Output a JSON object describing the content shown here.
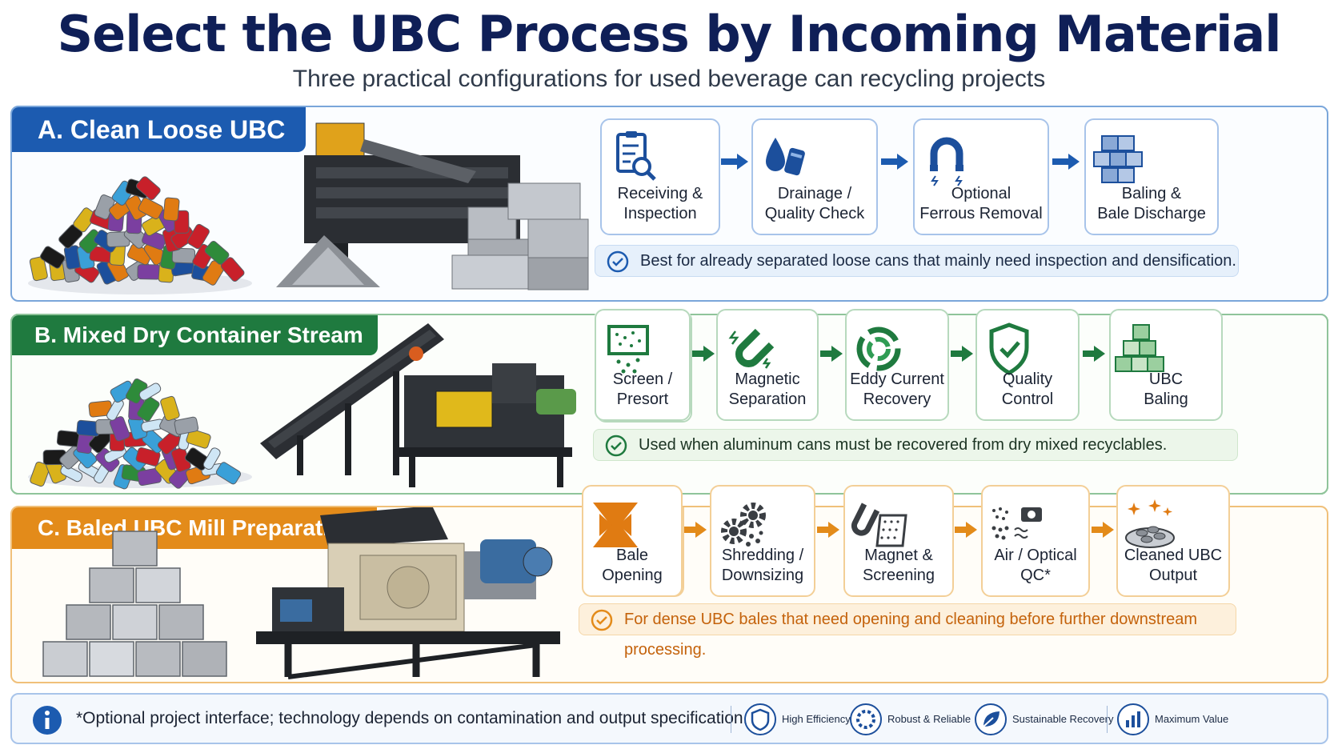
{
  "header": {
    "title": "Select the UBC Process by Incoming Material",
    "subtitle": "Three practical configurations for used beverage can recycling projects"
  },
  "colors": {
    "blue": "#1c5bb0",
    "green": "#1f7a3f",
    "orange": "#e38b1a",
    "navy": "#0f1f57"
  },
  "sections": [
    {
      "label": "A. Clean Loose UBC",
      "steps": [
        {
          "label": "Receiving &\nInspection",
          "icon": "clipboard-search-icon"
        },
        {
          "label": "Drainage /\nQuality Check",
          "icon": "drop-can-icon"
        },
        {
          "label": "Optional\nFerrous Removal",
          "icon": "magnet-icon"
        },
        {
          "label": "Baling &\nBale Discharge",
          "icon": "bales-icon"
        }
      ],
      "note": "Best for already separated loose cans that mainly need inspection and densification."
    },
    {
      "label": "B. Mixed Dry Container Stream",
      "steps": [
        {
          "label": "Screen /\nPresort",
          "icon": "screen-icon"
        },
        {
          "label": "Magnetic\nSeparation",
          "icon": "magnet-icon"
        },
        {
          "label": "Eddy Current\nRecovery",
          "icon": "eddy-current-icon"
        },
        {
          "label": "Quality\nControl",
          "icon": "shield-check-icon"
        },
        {
          "label": "UBC\nBaling",
          "icon": "bales-icon"
        }
      ],
      "note": "Used when aluminum cans must be recovered from dry mixed recyclables."
    },
    {
      "label": "C. Baled UBC Mill Preparation",
      "steps": [
        {
          "label": "Bale\nOpening",
          "icon": "bale-opening-icon"
        },
        {
          "label": "Shredding /\nDownsizing",
          "icon": "gears-icon"
        },
        {
          "label": "Magnet &\nScreening",
          "icon": "magnet-screen-icon"
        },
        {
          "label": "Air / Optical\nQC*",
          "icon": "camera-icon"
        },
        {
          "label": "Cleaned UBC\nOutput",
          "icon": "sparkle-pile-icon"
        }
      ],
      "note": "For dense UBC bales that need opening and cleaning before further downstream processing."
    }
  ],
  "footer": {
    "note": "*Optional project interface; technology depends on contamination and output specification.",
    "badges": [
      {
        "label": "High Efficiency",
        "icon": "shield-icon"
      },
      {
        "label": "Robust & Reliable",
        "icon": "gear-badge-icon"
      },
      {
        "label": "Sustainable Recovery",
        "icon": "leaf-icon"
      },
      {
        "label": "Maximum Value",
        "icon": "bar-chart-icon"
      }
    ]
  }
}
